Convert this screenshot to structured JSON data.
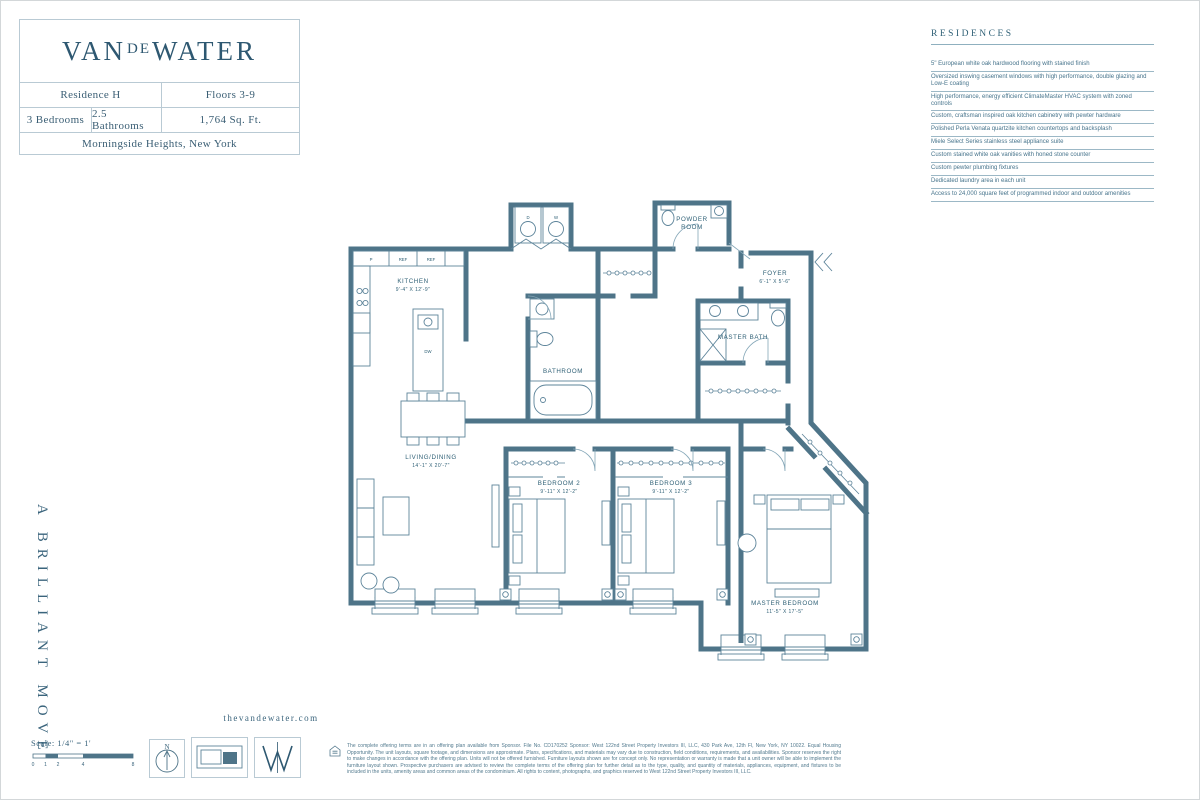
{
  "brand": {
    "logo_van": "VAN",
    "logo_de": "DE",
    "logo_water": "WATER",
    "tagline": "A BRILLIANT MOVE",
    "website": "thevandewater.com"
  },
  "info": {
    "residence": "Residence H",
    "floors": "Floors 3-9",
    "bedrooms": "3 Bedrooms",
    "bathrooms": "2.5 Bathrooms",
    "area": "1,764 Sq. Ft.",
    "location": "Morningside Heights, New York"
  },
  "residences": {
    "title": "RESIDENCES",
    "features": [
      "5\" European white oak hardwood flooring with stained finish",
      "Oversized inswing casement windows with high performance, double glazing and Low-E coating",
      "High performance, energy efficient ClimateMaster HVAC system with zoned controls",
      "Custom, craftsman inspired oak kitchen cabinetry with pewter hardware",
      "Polished Perla Venata quartzite kitchen countertops and backsplash",
      "Miele Select Series stainless steel appliance suite",
      "Custom stained white oak vanities with honed stone counter",
      "Custom pewter plumbing fixtures",
      "Dedicated laundry area in each unit",
      "Access to 24,000 square feet of programmed indoor and outdoor amenities"
    ]
  },
  "floorplan": {
    "rooms": {
      "kitchen": {
        "name": "KITCHEN",
        "dims": "9'-4\" X 12'-9\""
      },
      "living": {
        "name": "LIVING/DINING",
        "dims": "14'-1\" X 20'-7\""
      },
      "bedroom2": {
        "name": "BEDROOM 2",
        "dims": "9'-11\" X 12'-2\""
      },
      "bedroom3": {
        "name": "BEDROOM 3",
        "dims": "9'-11\" X 12'-2\""
      },
      "master_bedroom": {
        "name": "MASTER BEDROOM",
        "dims": "11'-5\" X 17'-5\""
      },
      "master_bath": {
        "name": "MASTER BATH"
      },
      "bathroom": {
        "name": "BATHROOM"
      },
      "powder_line1": "POWDER",
      "powder_line2": "ROOM",
      "foyer": {
        "name": "FOYER",
        "dims": "6'-1\" X 5'-6\""
      }
    },
    "labels": {
      "dryer": "D",
      "washer": "W",
      "dishwasher": "DW",
      "pantry": "P",
      "fridge": "REF",
      "oven": "REF"
    }
  },
  "footer": {
    "scale_label": "Scale: 1/4\" = 1'",
    "scale_ticks": [
      "0",
      "1",
      "2",
      "4",
      "8"
    ],
    "compass_n": "N",
    "legal": "The complete offering terms are in an offering plan available from Sponsor. File No. CD170252 Sponsor: West 122nd Street Property Investors III, LLC, 430 Park Ave, 12th Fl, New York, NY 10022. Equal Housing Opportunity. The unit layouts, square footage, and dimensions are approximate. Plans, specifications, and materials may vary due to construction, field conditions, requirements, and availabilities. Sponsor reserves the right to make changes in accordance with the offering plan. Units will not be offered furnished. Furniture layouts shown are for concept only. No representation or warranty is made that a unit owner will be able to implement the furniture layout shown. Prospective purchasers are advised to review the complete terms of the offering plan for further detail as to the type, quality, and quantity of materials, appliances, equipment, and fixtures to be included in the units, amenity areas and common areas of the condominium. All rights to content, photographs, and graphics reserved to West 122nd Street Property Investors III, LLC."
  },
  "colors": {
    "accent": "#4e7488",
    "text": "#33596e",
    "rule": "#9cb8c6"
  }
}
